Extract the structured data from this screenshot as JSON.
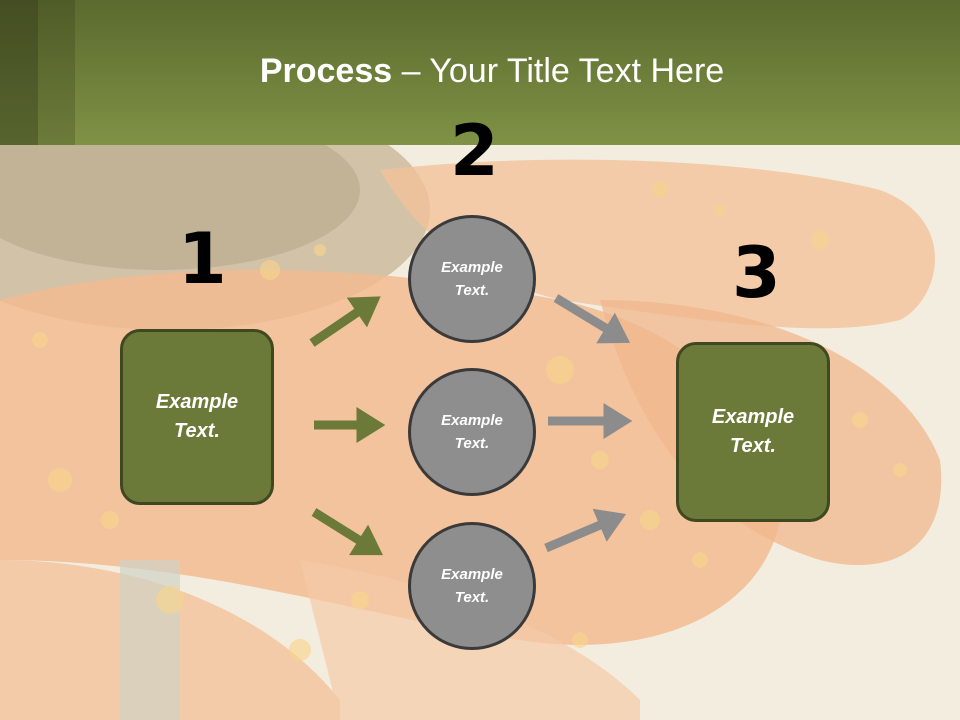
{
  "slide": {
    "title_bold": "Process",
    "title_rest": " – Your Title Text Here",
    "step_numbers": [
      "1",
      "2",
      "3"
    ],
    "left_box": [
      "Example",
      "Text."
    ],
    "right_box": [
      "Example",
      "Text."
    ],
    "circles": [
      [
        "Example",
        "Text."
      ],
      [
        "Example",
        "Text."
      ],
      [
        "Example",
        "Text."
      ]
    ]
  },
  "colors": {
    "header": "#7f9245",
    "box_fill": "#6b7a38",
    "circle_fill": "#8e8e8e",
    "arrow_green": "#6b7a38",
    "arrow_gray": "#8c8c8c"
  },
  "background": "photo-orange-gerbera-petals-with-water-drops"
}
